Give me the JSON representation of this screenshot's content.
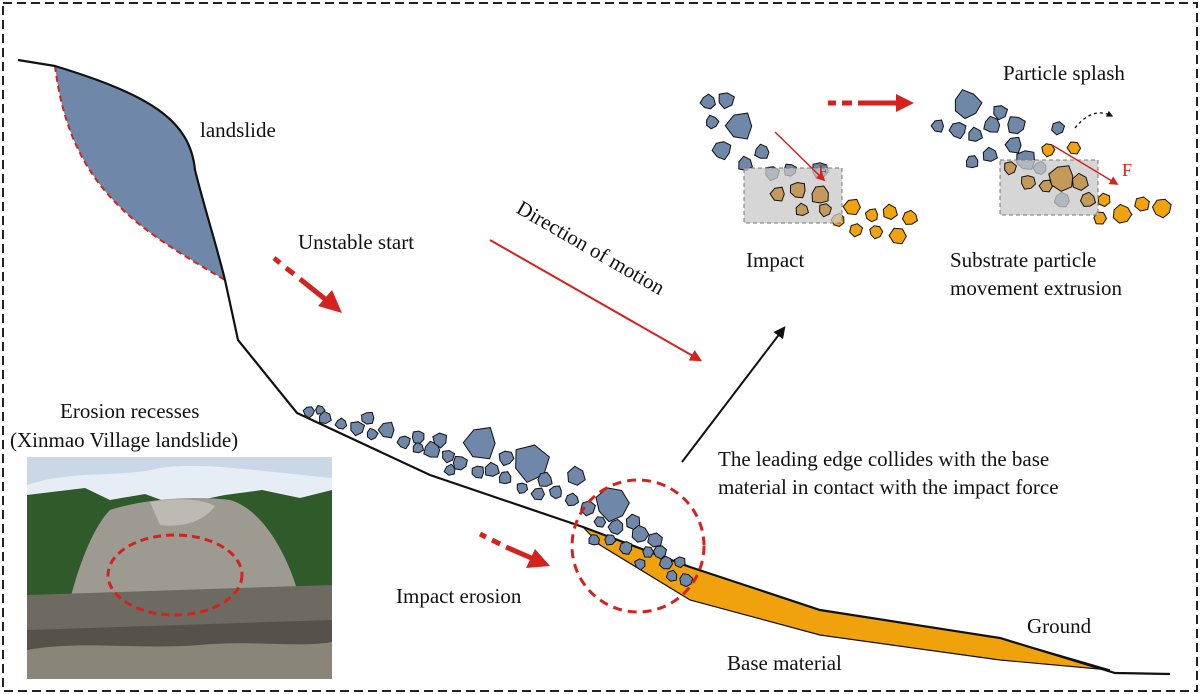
{
  "labels": {
    "landslide": "landslide",
    "unstable_start": "Unstable start",
    "direction_of_motion": "Direction of motion",
    "impact": "Impact",
    "particle_splash": "Particle splash",
    "substrate_line1": "Substrate particle",
    "substrate_line2": "movement extrusion",
    "force_symbol": "F",
    "erosion_line1": "Erosion recesses",
    "erosion_line2": "(Xinmao Village landslide)",
    "leading_line1": "The leading edge collides with the base",
    "leading_line2": "material in contact with the impact force",
    "impact_erosion": "Impact erosion",
    "ground": "Ground",
    "base_material": "Base material"
  },
  "colors": {
    "landslide_fill": "#6f87a8",
    "particle_blue": "#6f87a8",
    "particle_tan": "#c49a5a",
    "particle_orange": "#f2a20a",
    "base_material": "#f0a20c",
    "arrow_red": "#d4231e",
    "outline": "#111111",
    "impact_zone": "#c8c8c8"
  },
  "photo": {
    "description_icon": "landslide-photo",
    "sky": "#c9d7e6",
    "vegetation": "#2f5a2a",
    "debris": "#7d7a72"
  }
}
